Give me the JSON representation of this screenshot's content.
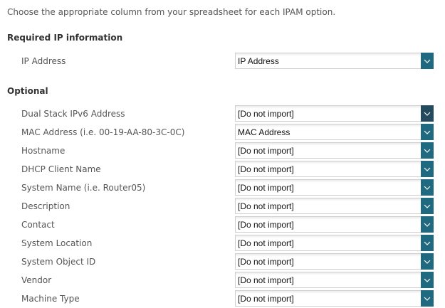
{
  "intro": "Choose the appropriate column from your spreadsheet for each IPAM option.",
  "colors": {
    "dropdown_button": "#1f6a80",
    "dropdown_button_hover": "#244a5e",
    "heading_text": "#333333",
    "label_text": "#555555"
  },
  "required": {
    "heading": "Required IP information",
    "fields": [
      {
        "label": "IP Address",
        "value": "IP Address"
      }
    ]
  },
  "optional": {
    "heading": "Optional",
    "fields": [
      {
        "label": "Dual Stack IPv6 Address",
        "value": "[Do not import]",
        "hovered": true
      },
      {
        "label": "MAC Address (i.e. 00-19-AA-80-3C-0C)",
        "value": "MAC Address"
      },
      {
        "label": "Hostname",
        "value": "[Do not import]"
      },
      {
        "label": "DHCP Client Name",
        "value": "[Do not import]"
      },
      {
        "label": "System Name (i.e. Router05)",
        "value": "[Do not import]"
      },
      {
        "label": "Description",
        "value": "[Do not import]"
      },
      {
        "label": "Contact",
        "value": "[Do not import]"
      },
      {
        "label": "System Location",
        "value": "[Do not import]"
      },
      {
        "label": "System Object ID",
        "value": "[Do not import]"
      },
      {
        "label": "Vendor",
        "value": "[Do not import]"
      },
      {
        "label": "Machine Type",
        "value": "[Do not import]"
      }
    ]
  },
  "icons": {
    "dropdown": "chevron-down-icon"
  }
}
